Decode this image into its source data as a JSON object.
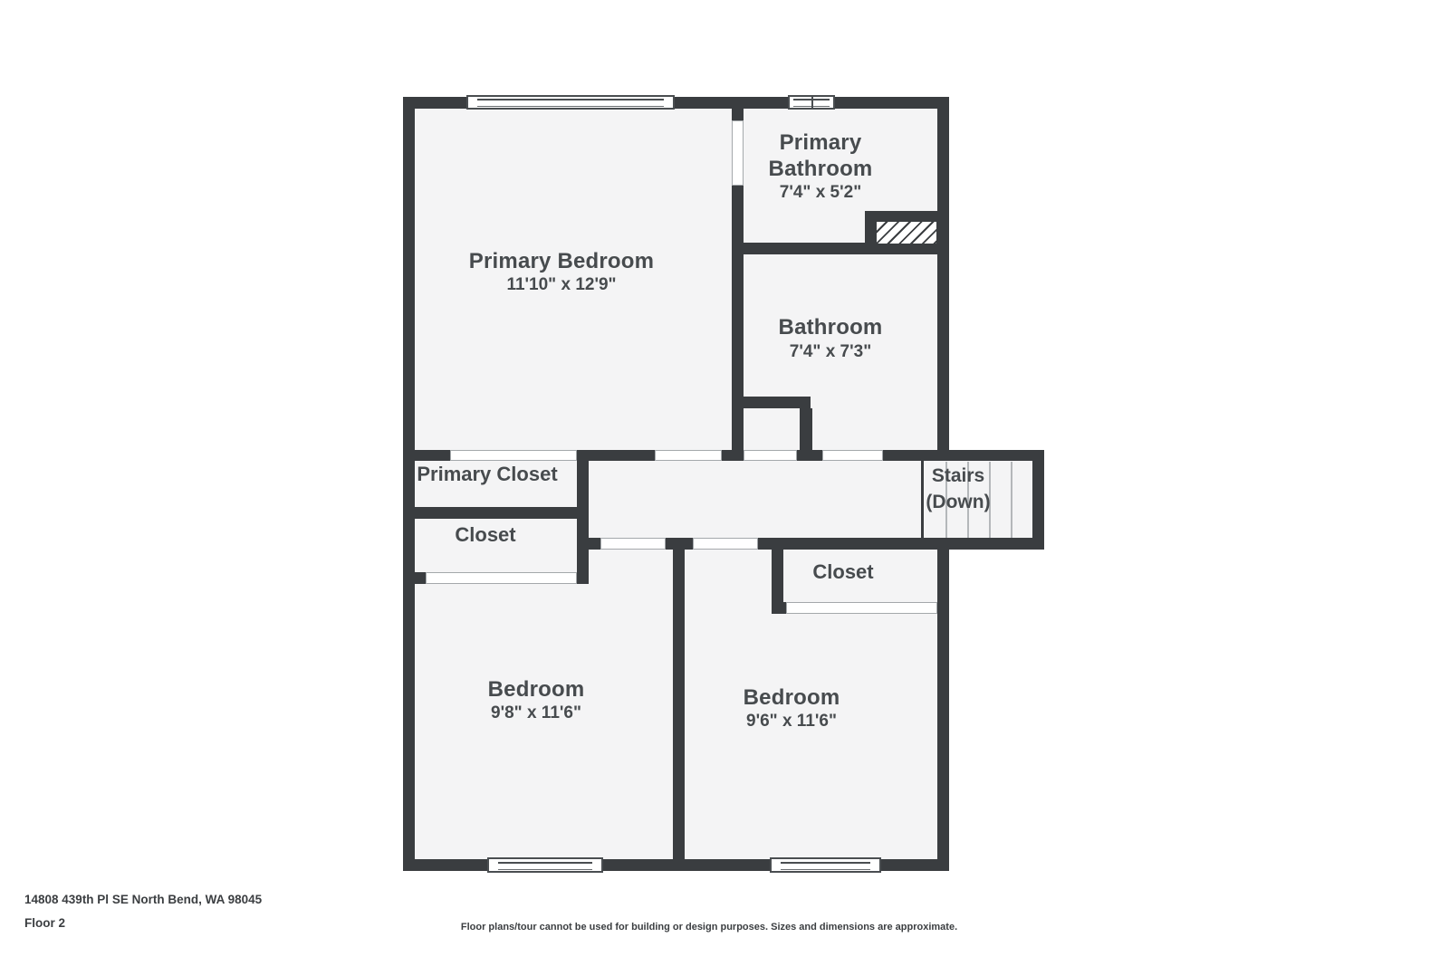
{
  "page": {
    "address": "14808 439th Pl SE North Bend, WA 98045",
    "floor_label": "Floor 2",
    "disclaimer": "Floor plans/tour cannot be used for building or design purposes. Sizes and dimensions are approximate."
  },
  "rooms": {
    "primary_bedroom": {
      "name": "Primary Bedroom",
      "dims": "11'10\" x 12'9\""
    },
    "primary_bathroom": {
      "name_line1": "Primary",
      "name_line2": "Bathroom",
      "dims": "7'4\" x 5'2\""
    },
    "bathroom": {
      "name": "Bathroom",
      "dims": "7'4\" x 7'3\""
    },
    "primary_closet": {
      "name": "Primary Closet"
    },
    "closet_left": {
      "name": "Closet"
    },
    "closet_right": {
      "name": "Closet"
    },
    "stairs": {
      "name_line1": "Stairs",
      "name_line2": "(Down)"
    },
    "bedroom_left": {
      "name": "Bedroom",
      "dims": "9'8\" x 11'6\""
    },
    "bedroom_right": {
      "name": "Bedroom",
      "dims": "9'6\" x 11'6\""
    }
  },
  "colors": {
    "wall": "#3a3d40",
    "floor": "#f4f4f5",
    "label_text": "#474b4e",
    "footer_text": "#3b3e41",
    "opening_border": "#a4a8ab",
    "stair_tread": "#b4b7ba"
  }
}
